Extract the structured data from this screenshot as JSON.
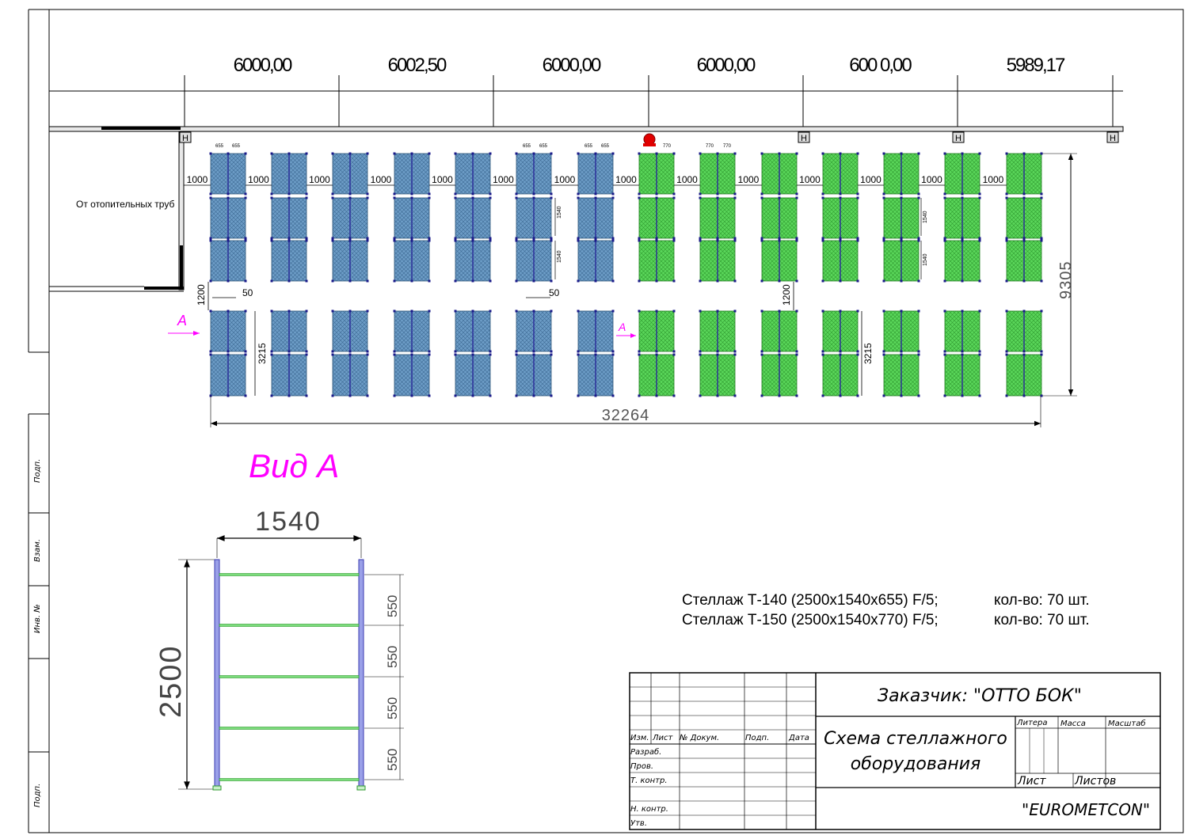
{
  "column_spacings": [
    "6000,00",
    "6002,50",
    "6000,00",
    "6000,00",
    "600 0,00",
    "5989,17"
  ],
  "column_marker": "H",
  "heating_note": "От отопительных труб",
  "dims": {
    "gap_between_racks": "1000",
    "rack_depth_140": "655",
    "rack_depth_150": "770",
    "section_width": "1540",
    "aisle": "1200",
    "offset": "50",
    "row_depth": "3215",
    "total_depth": "9305",
    "total_length": "32264"
  },
  "view_marker": "А",
  "view_title": "Вид А",
  "view_a": {
    "width": "1540",
    "height": "2500",
    "shelf_step": "550"
  },
  "spec": [
    {
      "name": "Стеллаж Т-140 (2500x1540x655) F/5;",
      "qty": "кол-во: 70 шт."
    },
    {
      "name": "Стеллаж Т-150 (2500x1540x770) F/5;",
      "qty": "кол-во: 70 шт."
    }
  ],
  "title_block": {
    "customer": "Заказчик: \"ОТТО БОК\"",
    "title_line1": "Схема стеллажного",
    "title_line2": "оборудования",
    "company": "\"EUROMETCON\"",
    "col_izm": "Изм.",
    "col_list": "Лист",
    "col_dokum": "№ Докум.",
    "col_podp": "Подп.",
    "col_data": "Дата",
    "row_razrab": "Разраб.",
    "row_prov": "Пров.",
    "row_tkontr": "Т. контр.",
    "row_nkontr": "Н. контр.",
    "row_utv": "Утв.",
    "litera": "Литера",
    "massa": "Масса",
    "masshtab": "Масштаб",
    "list": "Лист",
    "listov": "Листов"
  },
  "side_stamps": [
    "Подп.",
    "Инв. №",
    "Взам.",
    "Подп."
  ],
  "colors": {
    "blue_rack": "#5b8db8",
    "green_rack": "#4ccd4c",
    "dim_line": "#000000",
    "view_text": "#ff00ff",
    "upright": "#3a3ab0",
    "fire_marker": "#e00000"
  }
}
